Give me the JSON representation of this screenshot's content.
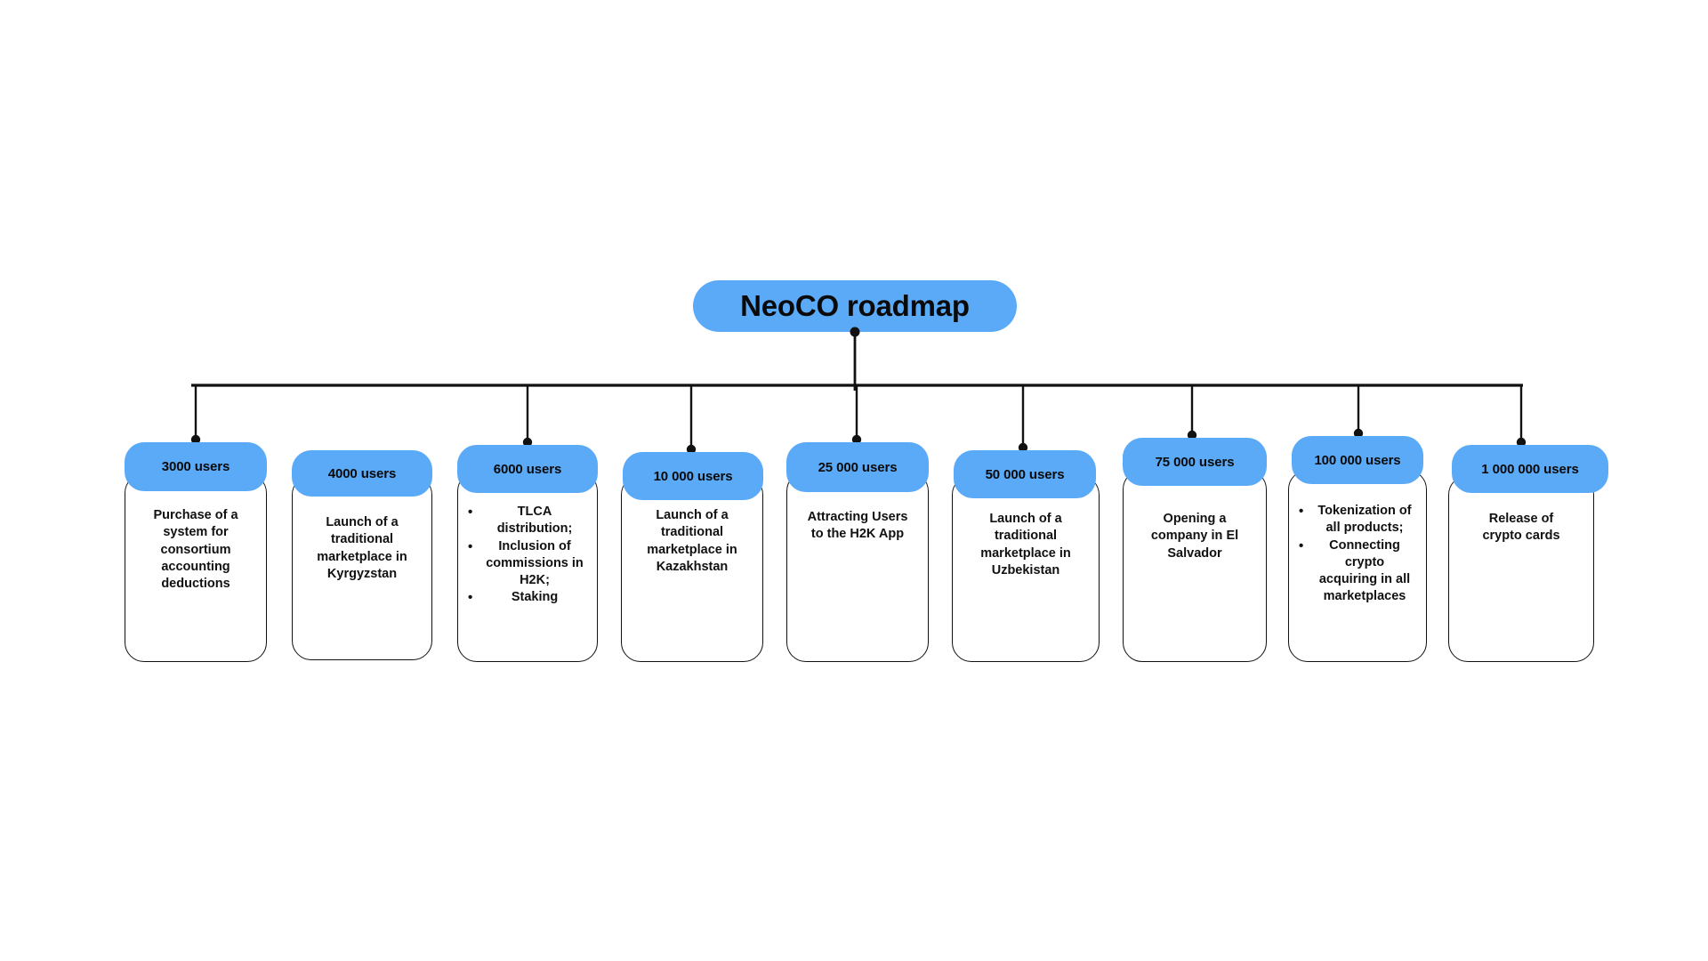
{
  "theme": {
    "accent": "#5BAAF8",
    "line": "#111111",
    "card_bg": "#FFFFFF",
    "text": "#0A0A0A",
    "page_bg": "#FFFFFF"
  },
  "root": {
    "label": "NeoCO roadmap"
  },
  "nodes": [
    {
      "pill": "3000 users",
      "bulleted": false,
      "lines": [
        "Purchase of a",
        "system for",
        "consortium",
        "accounting",
        "deductions"
      ],
      "text": "Purchase of a system for consortium accounting deductions",
      "connector": true
    },
    {
      "pill": "4000 users",
      "bulleted": false,
      "lines": [
        "Launch of a",
        "traditional",
        "marketplace in",
        "Kyrgyzstan"
      ],
      "text": "Launch of a traditional marketplace in Kyrgyzstan",
      "connector": false
    },
    {
      "pill": "6000 users",
      "bulleted": true,
      "items": [
        "TLCA distribution;",
        "Inclusion of commissions in H2K;",
        "Staking"
      ],
      "connector": true
    },
    {
      "pill": "10 000 users",
      "bulleted": false,
      "lines": [
        "Launch of a",
        "traditional",
        "marketplace in",
        "Kazakhstan"
      ],
      "text": "Launch of a traditional marketplace in Kazakhstan",
      "connector": true
    },
    {
      "pill": "25 000 users",
      "bulleted": false,
      "lines": [
        "Attracting Users",
        "to the H2K App"
      ],
      "text": "Attracting Users to the H2K App",
      "connector": true
    },
    {
      "pill": "50 000 users",
      "bulleted": false,
      "lines": [
        "Launch of a",
        "traditional",
        "marketplace in",
        "Uzbekistan"
      ],
      "text": "Launch of a traditional marketplace in Uzbekistan",
      "connector": true
    },
    {
      "pill": "75 000 users",
      "bulleted": false,
      "lines": [
        "Opening a",
        "company in El",
        "Salvador"
      ],
      "text": "Opening a company in El Salvador",
      "connector": true
    },
    {
      "pill": "100 000 users",
      "bulleted": true,
      "items": [
        "Tokenization of all products;",
        "Connecting crypto acquiring in all marketplaces"
      ],
      "connector": true
    },
    {
      "pill": "1 000 000 users",
      "bulleted": false,
      "lines": [
        "Release of",
        "crypto cards"
      ],
      "text": "Release of crypto cards",
      "connector": true
    }
  ]
}
